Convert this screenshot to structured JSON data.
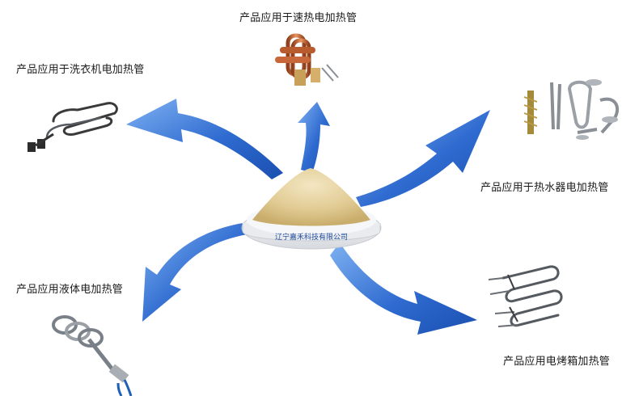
{
  "labels": {
    "fast_water_heater": "产品应用于速热电加热管",
    "washing_machine": "产品应用于洗衣机电加热管",
    "water_heater": "产品应用于热水器电加热管",
    "liquid": "产品应用液体电加热管",
    "oven": "产品应用电烤箱加热管"
  },
  "dish_text": "辽宁嘉禾科技有限公司",
  "colors": {
    "arrow_blue": "#2a62c6",
    "arrow_light": "#6ea6ee",
    "powder": "#e3cf9a",
    "copper": "#c26a3a",
    "steel": "#8a8f96"
  }
}
